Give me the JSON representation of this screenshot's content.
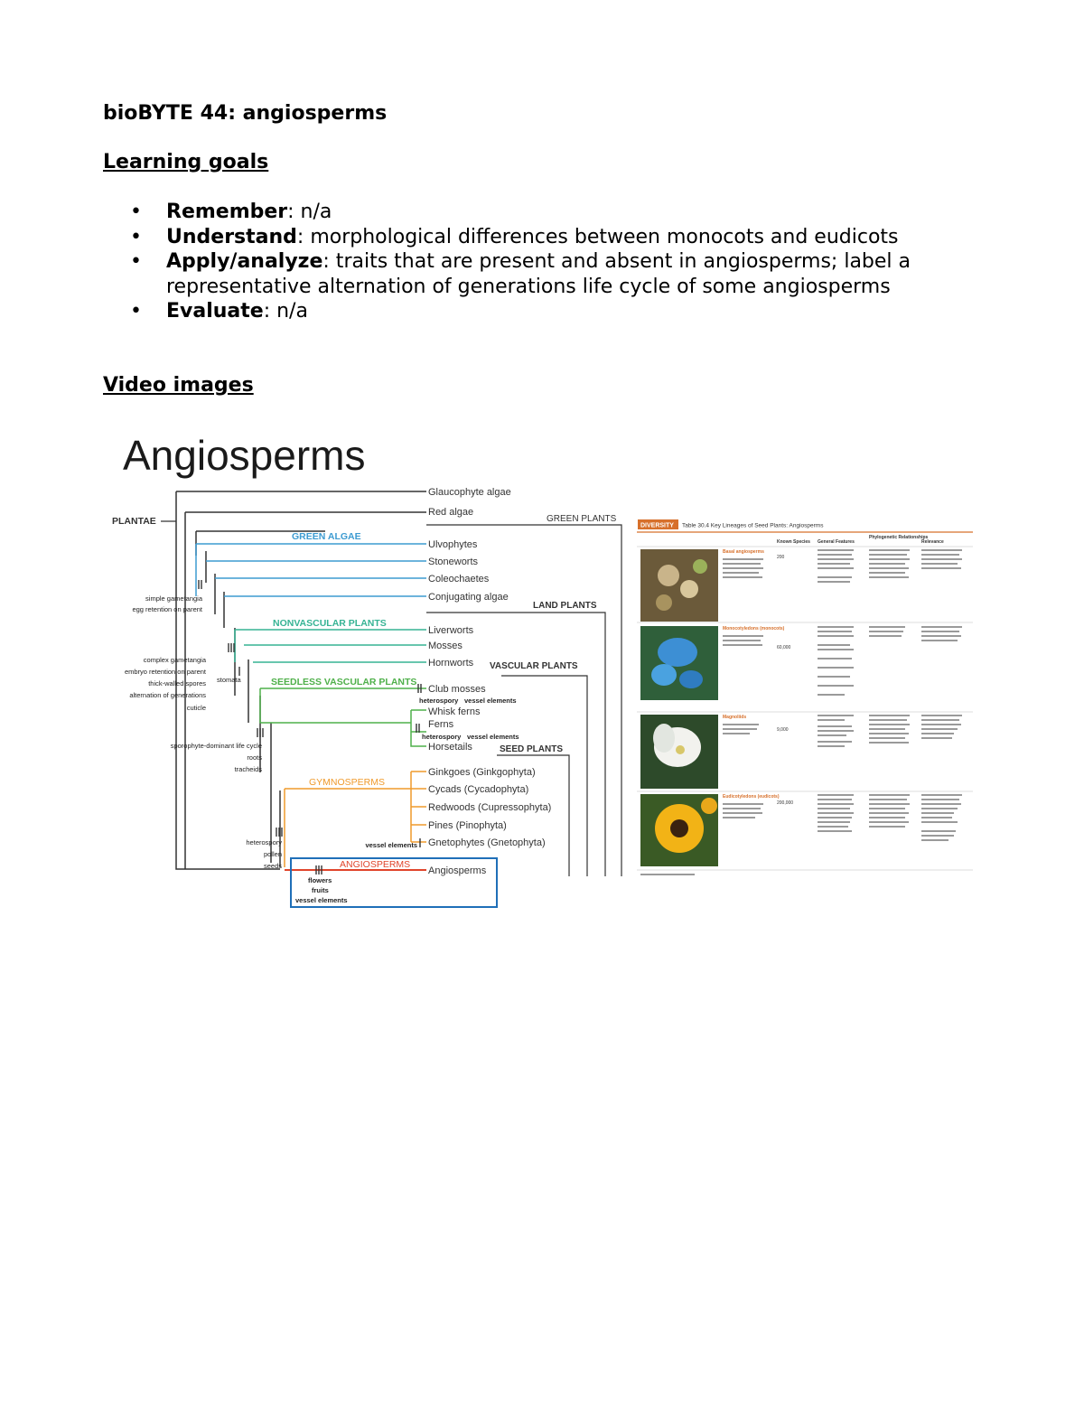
{
  "document": {
    "title": "bioBYTE 44: angiosperms",
    "learning_goals_heading": "Learning goals",
    "goals": [
      {
        "label": "Remember",
        "text": ": n/a"
      },
      {
        "label": "Understand",
        "text": ": morphological differences between monocots and eudicots"
      },
      {
        "label": "Apply/analyze",
        "text": ": traits that are present and absent in angiosperms; label a representative alternation of generations life cycle of some angiosperms"
      },
      {
        "label": "Evaluate",
        "text": ": n/a"
      }
    ],
    "video_images_heading": "Video images"
  },
  "tree_figure": {
    "title": "Angiosperms",
    "plantae": "PLANTAE",
    "clades": {
      "green_plants": "GREEN PLANTS",
      "green_algae": "GREEN ALGAE",
      "land_plants": "LAND PLANTS",
      "nonvascular": "NONVASCULAR PLANTS",
      "vascular": "VASCULAR PLANTS",
      "seedless": "SEEDLESS VASCULAR PLANTS",
      "seed_plants": "SEED PLANTS",
      "gymnosperms": "GYMNOSPERMS",
      "angiosperms": "ANGIOSPERMS"
    },
    "taxa": [
      "Glaucophyte algae",
      "Red algae",
      "Ulvophytes",
      "Stoneworts",
      "Coleochaetes",
      "Conjugating algae",
      "Liverworts",
      "Mosses",
      "Hornworts",
      "Club mosses",
      "Whisk ferns",
      "Ferns",
      "Horsetails",
      "Ginkgoes (Ginkgophyta)",
      "Cycads (Cycadophyta)",
      "Redwoods (Cupressophyta)",
      "Pines (Pinophyta)",
      "Gnetophytes (Gnetophyta)",
      "Angiosperms"
    ],
    "traits": {
      "simple_gametangia": "simple gametangia",
      "egg_retention": "egg retention on parent",
      "complex_gametangia": "complex gametangia",
      "embryo_retention": "embryo retention on parent",
      "thick_walled_spores": "thick-walled spores",
      "alternation": "alternation of generations",
      "cuticle": "cuticle",
      "stomata": "stomata",
      "sporophyte_dominant": "sporophyte-dominant life cycle",
      "roots": "roots",
      "tracheids": "tracheids",
      "heterospory": "heterospory",
      "vessel_elements": "vessel elements",
      "pollen": "pollen",
      "seeds": "seeds",
      "flowers": "flowers",
      "fruits": "fruits"
    },
    "colors": {
      "black": "#333333",
      "blue": "#3d9bd1",
      "green": "#36b394",
      "seedless": "#4fb04a",
      "gymno": "#ef9a2c",
      "angio": "#e0452b",
      "box": "#1f6fb8"
    }
  },
  "table_figure": {
    "tag": "DIVERSITY",
    "caption": "Table 30.4 Key Lineages of Seed Plants: Angiosperms",
    "columns": [
      "Known Species",
      "General Features",
      "Phylogenetic Relationships",
      "Relevance"
    ],
    "rows": [
      {
        "name": "Basal angiosperms",
        "species": "200"
      },
      {
        "name": "Monocotyledons (monocots)",
        "species": "60,000"
      },
      {
        "name": "Magnoliids",
        "species": "9,000"
      },
      {
        "name": "Eudicotyledons (eudicots)",
        "species": "200,000"
      }
    ],
    "colors": {
      "accent": "#d7702b"
    }
  }
}
